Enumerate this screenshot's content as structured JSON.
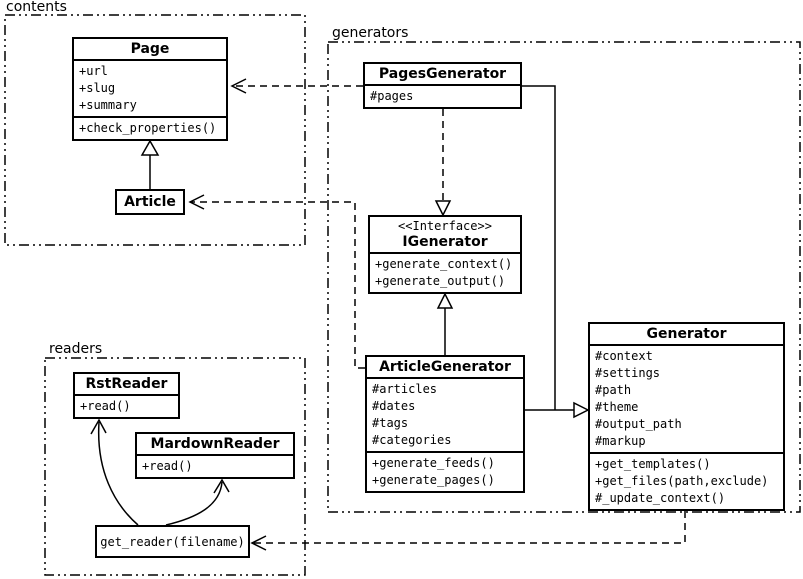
{
  "diagram": {
    "packages": [
      {
        "id": "contents",
        "label": "contents"
      },
      {
        "id": "generators",
        "label": "generators"
      },
      {
        "id": "readers",
        "label": "readers"
      }
    ],
    "classes": {
      "page": {
        "name": "Page",
        "attributes": [
          "+url",
          "+slug",
          "+summary"
        ],
        "methods": [
          "+check_properties()"
        ]
      },
      "article": {
        "name": "Article"
      },
      "pagesGenerator": {
        "name": "PagesGenerator",
        "attributes": [
          "#pages"
        ]
      },
      "igenerator": {
        "stereotype": "<<Interface>>",
        "name": "IGenerator",
        "methods": [
          "+generate_context()",
          "+generate_output()"
        ]
      },
      "articleGenerator": {
        "name": "ArticleGenerator",
        "attributes": [
          "#articles",
          "#dates",
          "#tags",
          "#categories"
        ],
        "methods": [
          "+generate_feeds()",
          "+generate_pages()"
        ]
      },
      "generator": {
        "name": "Generator",
        "attributes": [
          "#context",
          "#settings",
          "#path",
          "#theme",
          "#output_path",
          "#markup"
        ],
        "methods": [
          "+get_templates()",
          "+get_files(path,exclude)",
          "#_update_context()"
        ]
      },
      "rstReader": {
        "name": "RstReader",
        "methods": [
          "+read()"
        ]
      },
      "markdownReader": {
        "name": "MardownReader",
        "methods": [
          "+read()"
        ]
      },
      "getReader": {
        "label": "get_reader(filename)"
      }
    },
    "colors": {
      "stroke": "#000000",
      "background": "#ffffff"
    },
    "relations": [
      "Article --|> Page",
      "PagesGenerator ..> Page",
      "PagesGenerator ..|> IGenerator",
      "ArticleGenerator --|> IGenerator",
      "PagesGenerator --|> Generator",
      "ArticleGenerator --|> Generator",
      "ArticleGenerator ..> Article",
      "get_reader --> RstReader",
      "get_reader --> MardownReader",
      "Generator ..> get_reader"
    ]
  }
}
